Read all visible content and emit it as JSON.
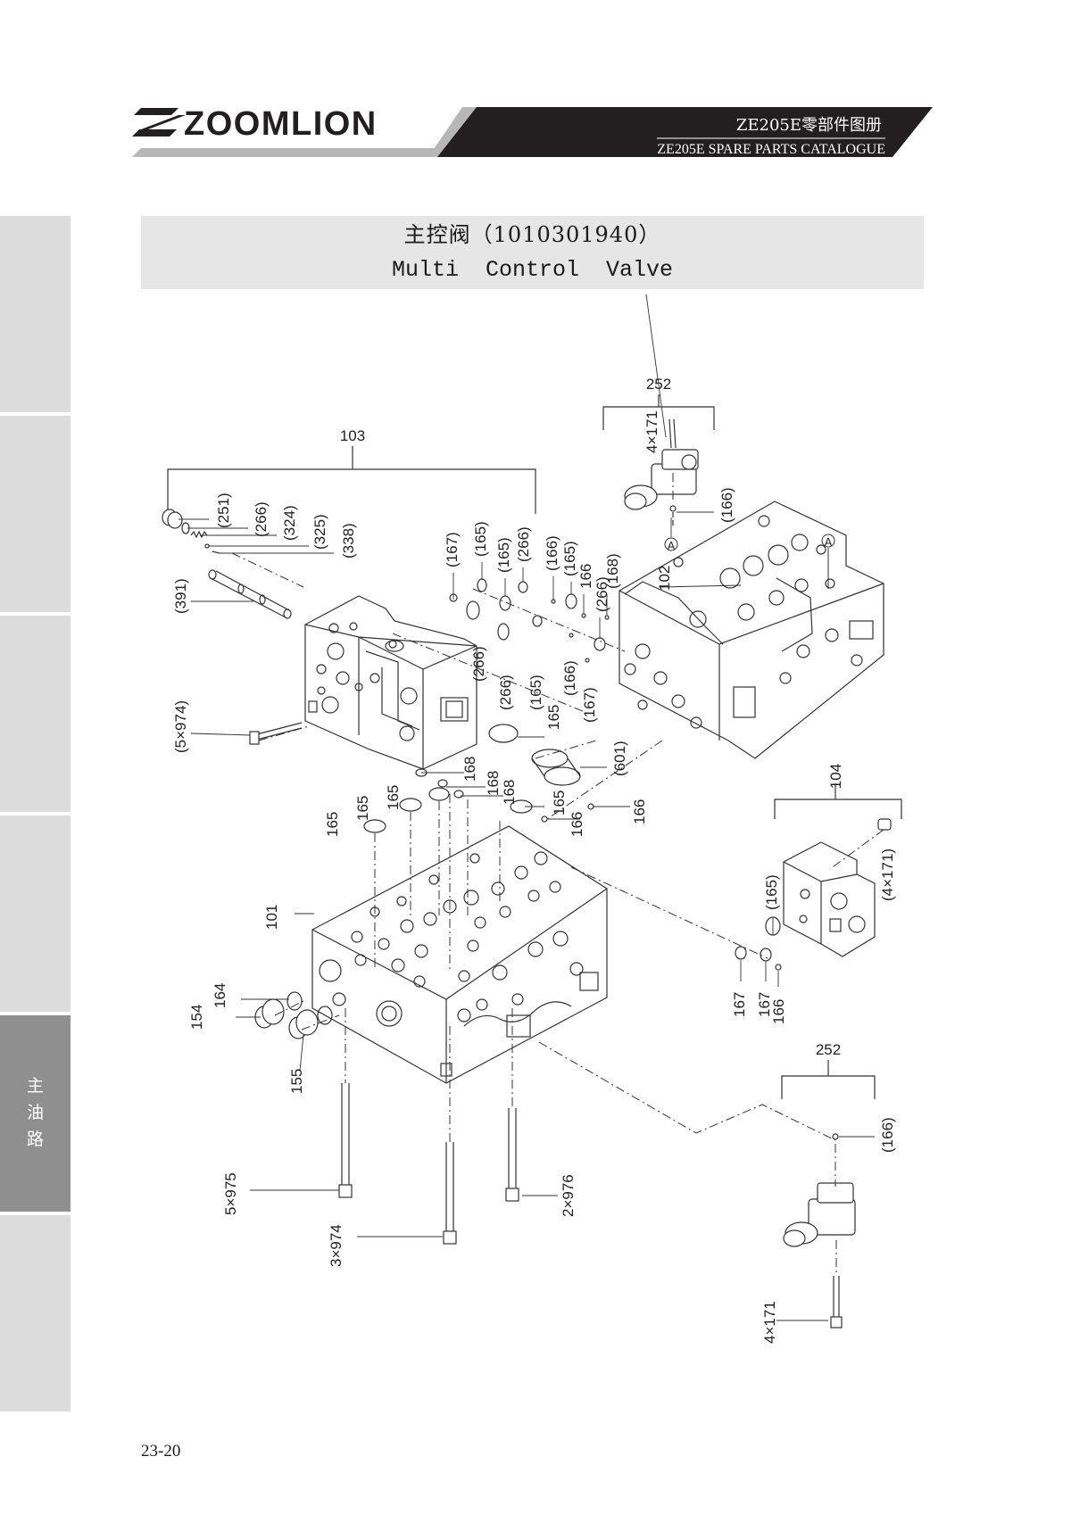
{
  "header": {
    "brand": "ZOOMLION",
    "catalogue_cn": "ZE205E零部件图册",
    "catalogue_en": "ZE205E SPARE PARTS CATALOGUE"
  },
  "side_tabs": [
    {
      "label": "",
      "active": false
    },
    {
      "label": "",
      "active": false
    },
    {
      "label": "",
      "active": false
    },
    {
      "label": "",
      "active": false
    },
    {
      "label": "主油路",
      "active": true
    },
    {
      "label": "",
      "active": false
    }
  ],
  "title": {
    "cn": "主控阀（1010301940）",
    "en": "Multi  Control  Valve"
  },
  "callouts": {
    "c103": "103",
    "c252a": "252",
    "c252b": "252",
    "c104": "104",
    "c102": "102",
    "c101": "101",
    "c4x171a": "4×171",
    "c166a": "(166)",
    "cA1": "A",
    "cA2": "A",
    "c251": "(251)",
    "c266a": "(266)",
    "c324": "(324)",
    "c325": "(325)",
    "c338": "(338)",
    "c391": "(391)",
    "c5x974p": "(5×974)",
    "c167a": "(167)",
    "c165a": "(165)",
    "c165b": "(165)",
    "c266b": "(266)",
    "c166b": "(166)",
    "c165c": "(165)",
    "c166c": "166",
    "c266c": "(266)",
    "c168a": "(168)",
    "c266d": "(266)",
    "c266e": "(266)",
    "c165d": "(165)",
    "c166d": "(166)",
    "c167b": "(167)",
    "c165e": "165",
    "c601": "(601)",
    "c168b": "168",
    "c168c": "168",
    "c168d": "168",
    "c165f": "165",
    "c165g": "165",
    "c165h": "165",
    "c165i": "165",
    "c166e": "166",
    "c166f": "166",
    "c165j": "(165)",
    "c4x171b": "(4×171)",
    "c167c": "167",
    "c167d": "167",
    "c166g": "166",
    "c164": "164",
    "c154": "154",
    "c155": "155",
    "c5x975": "5×975",
    "c3x974": "3×974",
    "c2x976": "2×976",
    "c166h": "(166)",
    "c4x171c": "4×171"
  },
  "page_number": "23-20",
  "colors": {
    "header_dark": "#231f20",
    "header_grey": "#b7b7b7",
    "tab_grey": "#dcdcdc",
    "tab_active": "#8f8f8f",
    "title_bg": "#e6e6e6"
  }
}
